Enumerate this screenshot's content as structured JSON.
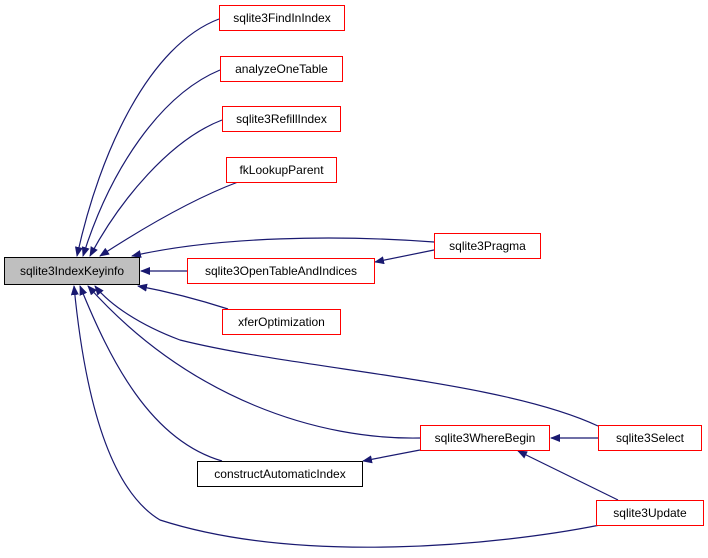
{
  "graph": {
    "title": "sqlite3IndexKeyinfo caller graph",
    "colors": {
      "edge": "#191970",
      "node_border_link": "#ff0000",
      "node_border_plain": "#000000",
      "focus_fill": "#bfbfbf"
    },
    "nodes": [
      {
        "id": "sqlite3IndexKeyinfo",
        "label": "sqlite3IndexKeyinfo",
        "kind": "focus"
      },
      {
        "id": "sqlite3FindInIndex",
        "label": "sqlite3FindInIndex",
        "kind": "link"
      },
      {
        "id": "analyzeOneTable",
        "label": "analyzeOneTable",
        "kind": "link"
      },
      {
        "id": "sqlite3RefillIndex",
        "label": "sqlite3RefillIndex",
        "kind": "link"
      },
      {
        "id": "fkLookupParent",
        "label": "fkLookupParent",
        "kind": "link"
      },
      {
        "id": "sqlite3Pragma",
        "label": "sqlite3Pragma",
        "kind": "link"
      },
      {
        "id": "sqlite3OpenTableAndIndices",
        "label": "sqlite3OpenTableAndIndices",
        "kind": "link"
      },
      {
        "id": "xferOptimization",
        "label": "xferOptimization",
        "kind": "link"
      },
      {
        "id": "sqlite3WhereBegin",
        "label": "sqlite3WhereBegin",
        "kind": "link"
      },
      {
        "id": "sqlite3Select",
        "label": "sqlite3Select",
        "kind": "link"
      },
      {
        "id": "constructAutomaticIndex",
        "label": "constructAutomaticIndex",
        "kind": "plain"
      },
      {
        "id": "sqlite3Update",
        "label": "sqlite3Update",
        "kind": "link"
      }
    ],
    "edges": [
      {
        "from": "sqlite3FindInIndex",
        "to": "sqlite3IndexKeyinfo"
      },
      {
        "from": "analyzeOneTable",
        "to": "sqlite3IndexKeyinfo"
      },
      {
        "from": "sqlite3RefillIndex",
        "to": "sqlite3IndexKeyinfo"
      },
      {
        "from": "fkLookupParent",
        "to": "sqlite3IndexKeyinfo"
      },
      {
        "from": "sqlite3Pragma",
        "to": "sqlite3IndexKeyinfo"
      },
      {
        "from": "sqlite3OpenTableAndIndices",
        "to": "sqlite3IndexKeyinfo"
      },
      {
        "from": "xferOptimization",
        "to": "sqlite3IndexKeyinfo"
      },
      {
        "from": "sqlite3Select",
        "to": "sqlite3IndexKeyinfo"
      },
      {
        "from": "sqlite3WhereBegin",
        "to": "sqlite3IndexKeyinfo"
      },
      {
        "from": "constructAutomaticIndex",
        "to": "sqlite3IndexKeyinfo"
      },
      {
        "from": "sqlite3Update",
        "to": "sqlite3IndexKeyinfo"
      },
      {
        "from": "sqlite3Pragma",
        "to": "sqlite3OpenTableAndIndices"
      },
      {
        "from": "sqlite3WhereBegin",
        "to": "constructAutomaticIndex"
      },
      {
        "from": "sqlite3Select",
        "to": "sqlite3WhereBegin"
      },
      {
        "from": "sqlite3Update",
        "to": "sqlite3WhereBegin"
      }
    ]
  }
}
